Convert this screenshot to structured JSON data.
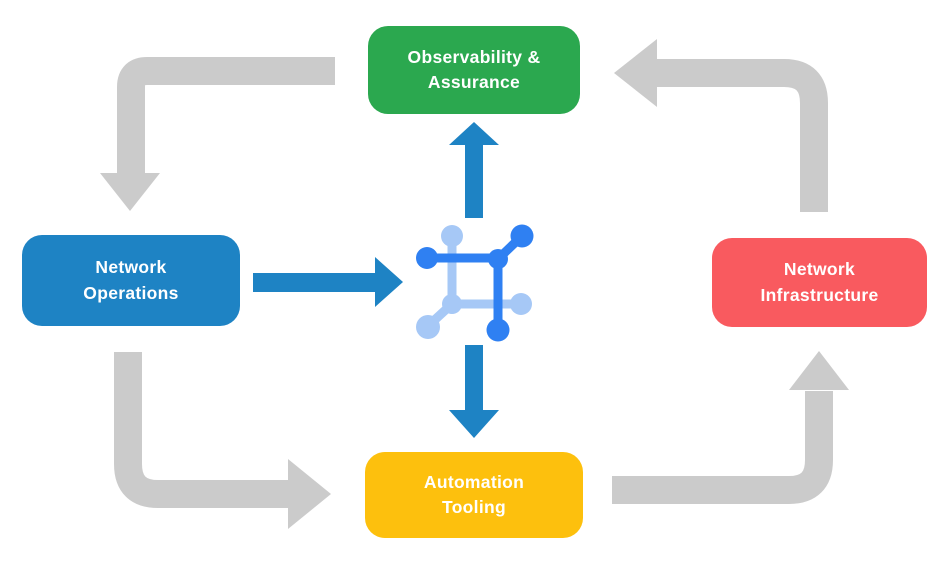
{
  "colors": {
    "background": "#ffffff",
    "arrow_gray": "#cbcbcb",
    "arrow_blue": "#1e83c4",
    "observability_green": "#2ba84f",
    "operations_blue": "#1e83c4",
    "infrastructure_red": "#f95a5f",
    "automation_yellow": "#fdc00d",
    "icon_dark_blue": "#2f80f2",
    "icon_light_blue": "#a6c8f6",
    "label_text": "#ffffff"
  },
  "nodes": {
    "observability": {
      "label": "Observability &\nAssurance"
    },
    "operations": {
      "label": "Network\nOperations"
    },
    "infrastructure": {
      "label": "Network\nInfrastructure"
    },
    "automation": {
      "label": "Automation\nTooling"
    }
  },
  "icons": {
    "center": "network-mesh-icon"
  }
}
